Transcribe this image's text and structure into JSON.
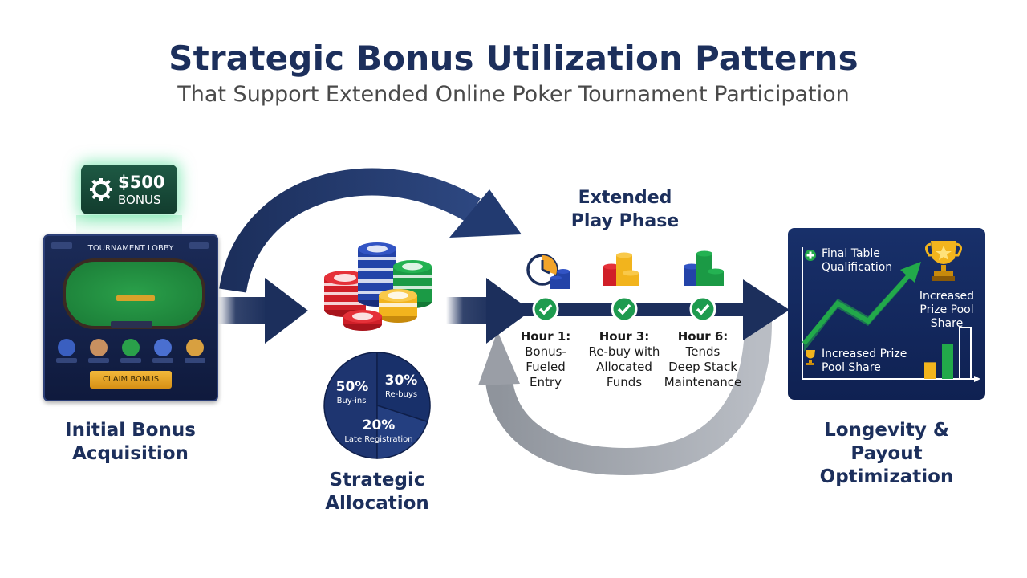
{
  "title": "Strategic Bonus Utilization Patterns",
  "subtitle": "That Support Extended Online Poker Tournament Participation",
  "colors": {
    "navy": "#1c2f5c",
    "arrow_gray": "#9a9ea6",
    "check_green": "#1e9b4f",
    "chart_green": "#22a94a",
    "chart_yellow": "#f2b41d"
  },
  "stage1": {
    "badge_amount": "$500",
    "badge_label": "BONUS",
    "lobby_title": "TOURNAMENT LOBBY",
    "claim_button": "CLAIM BONUS",
    "label": [
      "Initial Bonus",
      "Acquisition"
    ]
  },
  "stage2": {
    "label": [
      "Strategic",
      "Allocation"
    ],
    "allocation": [
      {
        "percent": "50%",
        "label": "Buy-ins",
        "value": 50
      },
      {
        "percent": "30%",
        "label": "Re-buys",
        "value": 30
      },
      {
        "percent": "20%",
        "label": "Late Registration",
        "value": 20
      }
    ]
  },
  "stage3": {
    "label": [
      "Extended",
      "Play Phase"
    ],
    "steps": [
      {
        "head": "Hour 1:",
        "lines": [
          "Bonus-",
          "Fueled",
          "Entry"
        ],
        "icon": "clock-icon"
      },
      {
        "head": "Hour 3:",
        "lines": [
          "Re-buy with",
          "Allocated",
          "Funds"
        ],
        "icon": "chip-stack-icon"
      },
      {
        "head": "Hour 6:",
        "lines": [
          "Tends",
          "Deep Stack",
          "Maintenance"
        ],
        "icon": "chip-stack-icon"
      }
    ]
  },
  "stage4": {
    "label": [
      "Longevity & Payout",
      "Optimization"
    ],
    "final_table": [
      "Final Table",
      "Qualification"
    ],
    "prize_right": [
      "Increased",
      "Prize Pool",
      "Share"
    ],
    "prize_bottom": [
      "Increased Prize",
      "Pool Share"
    ],
    "bars": [
      20,
      42,
      62
    ]
  }
}
